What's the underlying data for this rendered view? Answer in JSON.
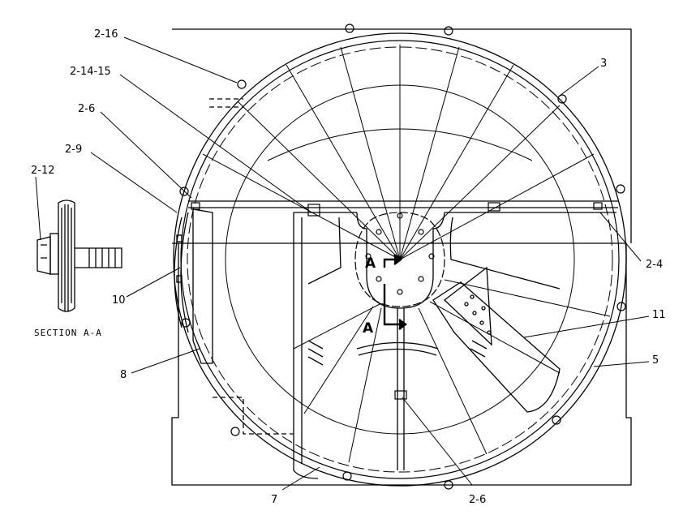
{
  "callouts": {
    "c_2_16": "2-16",
    "c_2_14_15": "2-14-15",
    "c_2_6_top": "2-6",
    "c_2_9": "2-9",
    "c_2_12": "2-12",
    "c_3": "3",
    "c_2_4": "2-4",
    "c_10": "10",
    "c_11": "11",
    "c_5": "5",
    "c_8": "8",
    "c_7": "7",
    "c_2_6_bottom": "2-6"
  },
  "section_marks": {
    "a_upper": "A",
    "a_lower": "A"
  },
  "section_caption": "SECTION A-A",
  "colors": {
    "line": "#000000",
    "background": "#ffffff"
  }
}
